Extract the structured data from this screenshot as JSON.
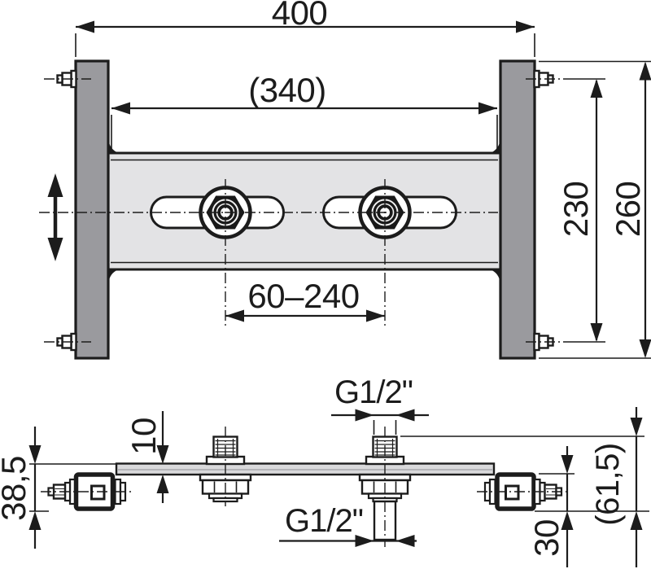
{
  "drawing": {
    "title": "Mounting frame with two connection fittings — dimensional drawing",
    "units": "mm",
    "colors": {
      "line": "#1c1c1c",
      "rail_fill": "#9a9a9e",
      "crossbar_fill": "#e3e3e5",
      "plate_fill": "#d9d9db",
      "background": "#ffffff"
    }
  },
  "dims": {
    "overall_width": "400",
    "inner_width": "(340)",
    "anchor_spacing": "230",
    "rail_height": "260",
    "fitting_range": "60–240",
    "thread_top": "G1/2\"",
    "thread_bottom": "G1/2\"",
    "plate_thickness": "10",
    "offset_plate_top": "38,5",
    "offset_total": "(61,5)",
    "offset_wall": "30"
  }
}
